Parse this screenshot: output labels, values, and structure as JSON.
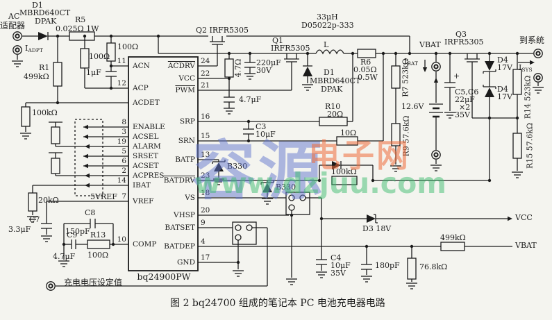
{
  "caption": "图 2  bq24700 组成的笔记本 PC 电池充电器电路",
  "watermark": {
    "text1": "容源",
    "text2": "电子网",
    "text3": "www.dzjuu.com"
  },
  "ic": {
    "part": "bq24900PW",
    "left_pins": [
      {
        "num": "11",
        "name": "ACN"
      },
      {
        "num": "12",
        "name": "ACP"
      },
      {
        "num": "",
        "name": "ACDET"
      },
      {
        "num": "8",
        "name": "ENABLE"
      },
      {
        "num": "3",
        "name": "ACSEL"
      },
      {
        "num": "19",
        "name": "ALARM"
      },
      {
        "num": "5",
        "name": "SRSET"
      },
      {
        "num": "6",
        "name": "ACSET"
      },
      {
        "num": "2",
        "name": "ACPRES"
      },
      {
        "num": "14",
        "name": "IBAT"
      },
      {
        "num": "7",
        "name": "VREF"
      },
      {
        "num": "10",
        "name": "COMP"
      }
    ],
    "right_pins": [
      {
        "num": "24",
        "name": "ACDRV",
        "bar": true
      },
      {
        "num": "22",
        "name": "VCC",
        "bar": false
      },
      {
        "num": "21",
        "name": "PWM",
        "bar": true
      },
      {
        "num": "16",
        "name": "SRP",
        "bar": false
      },
      {
        "num": "15",
        "name": "SRN",
        "bar": false
      },
      {
        "num": "13",
        "name": "BATP",
        "bar": false
      },
      {
        "num": "23",
        "name": "BATDRV",
        "bar": true
      },
      {
        "num": "18",
        "name": "VS",
        "bar": false
      },
      {
        "num": "20",
        "name": "VHSP",
        "bar": false
      },
      {
        "num": "9",
        "name": "BATSET",
        "bar": false
      },
      {
        "num": "4",
        "name": "BATDEP",
        "bar": false
      },
      {
        "num": "17",
        "name": "GND",
        "bar": false
      }
    ]
  },
  "io": {
    "iadpt_main": "I",
    "iadpt_sub": "ADPT",
    "ibat_main": "I",
    "ibat_sub": "BAT",
    "isys_main": "I",
    "isys_sub": "SYS"
  },
  "labels": {
    "d1a_ref": "D1",
    "d1a_part": "MBRD640CT",
    "d1a_pkg": "DPAK",
    "ac_line1": "AC",
    "ac_line2": "适配器",
    "r5_ref": "R5",
    "r5_val": "0.025Ω 1W",
    "r1_ref": "R1",
    "r1_val": "499kΩ",
    "r2_val": "100Ω",
    "r3_val": "100Ω",
    "c1_val": "1μF",
    "r4_val": "100kΩ",
    "r20k": "20kΩ",
    "vref5": "5VREF",
    "c7_ref": "C7",
    "c7_val": "3.3μF",
    "c8_ref": "C8",
    "c8_val": "150pF",
    "c9_ref": "C9",
    "c9_val": "4.7μF",
    "r13_ref": "R13",
    "r13_val": "100Ω",
    "charge_set": "充电电压设定值",
    "q2": "Q2 IRFR5305",
    "r_4r7": "4.7Ω",
    "c220_val": "220μF",
    "c220_v": "30V",
    "q1_ref": "Q1",
    "q1_part": "IRFR5305",
    "d1b_ref": "D1",
    "d1b_part": "MBRD640CT",
    "d1b_pkg": "DPAK",
    "l_ref": "L",
    "l_val": "33μH",
    "l_part": "D05022p-333",
    "r6_ref": "R6",
    "r6_val": "0.05Ω",
    "r6_w": "0.5W",
    "r7": "R7 523kΩ",
    "r9": "R9 57.6kΩ",
    "vbat_top": "VBAT",
    "bat_v": "12.6V",
    "c56_plus": "+",
    "c56_ref": "C5,C6",
    "c56_val": "22μF",
    "c56_x2": "×2",
    "c56_v": "35V",
    "q3_ref": "Q3",
    "q3_part": "IRFR5305",
    "d4a_ref": "D4",
    "d4a_v": "17V",
    "d4b_ref": "D4",
    "d4b_v": "17V",
    "to_system": "到系统",
    "r14": "R14 523kΩ",
    "r15": "R15 57.6kΩ",
    "r10_ref": "R10",
    "r10_val": "20Ω",
    "r11_val": "10Ω",
    "r12_val": "100kΩ",
    "c3_ref": "C3",
    "c3_val": "10μF",
    "b330a": "B330",
    "b330b": "B330",
    "c2_val": "4.7μF",
    "d3": "D3 18V",
    "c4_ref": "C4",
    "c4_val": "10μF",
    "c4_v": "35V",
    "c180": "180pF",
    "r76k8": "76.8kΩ",
    "r499k": "499kΩ",
    "vcc_out": "VCC",
    "vbat_out": "VBAT"
  }
}
